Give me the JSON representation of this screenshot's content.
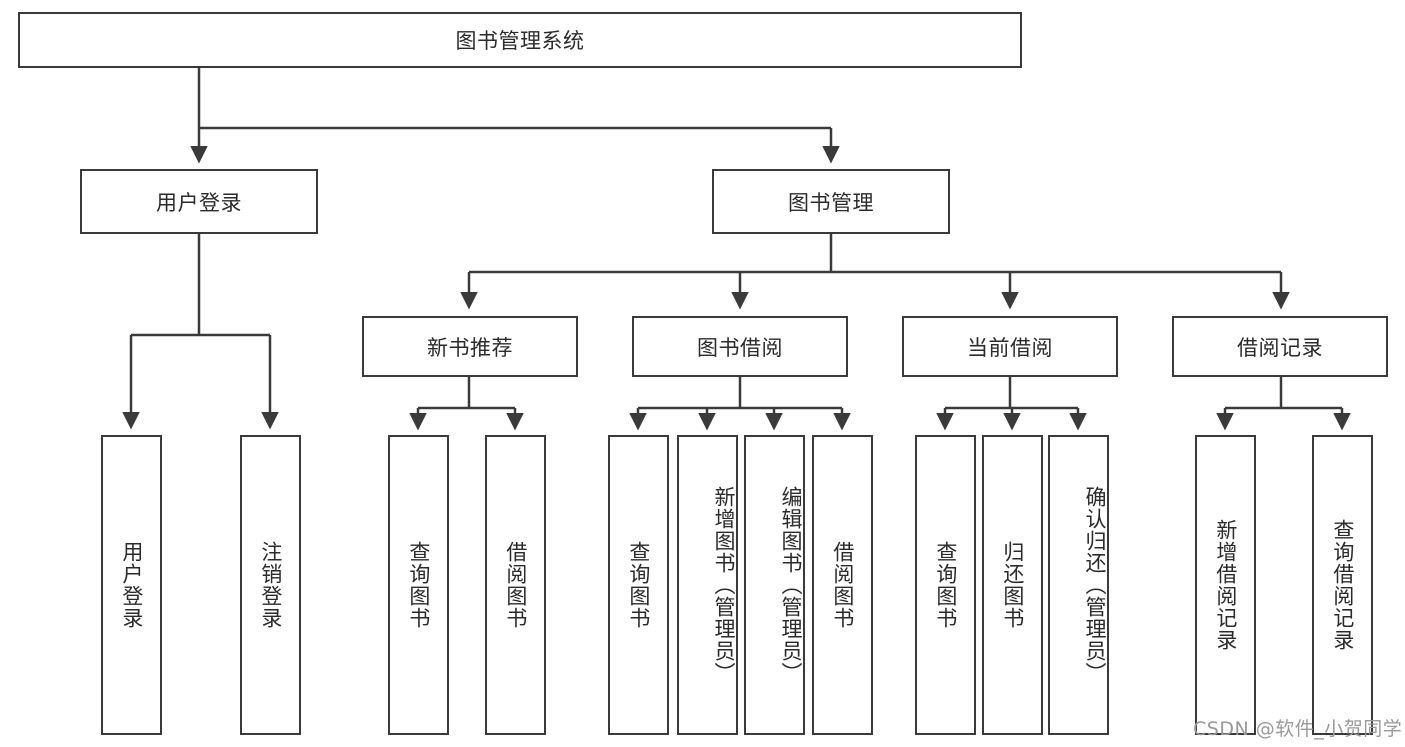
{
  "diagram": {
    "title": "图书管理系统",
    "type": "tree-hierarchy",
    "root": {
      "label": "图书管理系统"
    },
    "level2": [
      {
        "label": "用户登录"
      },
      {
        "label": "图书管理"
      }
    ],
    "level3": [
      {
        "label": "新书推荐"
      },
      {
        "label": "图书借阅"
      },
      {
        "label": "当前借阅"
      },
      {
        "label": "借阅记录"
      }
    ],
    "leaves": {
      "user_login": [
        {
          "label": "用户登录"
        },
        {
          "label": "注销登录"
        }
      ],
      "new_book_recommend": [
        {
          "label": "查询图书"
        },
        {
          "label": "借阅图书"
        }
      ],
      "book_borrow": [
        {
          "label": "查询图书"
        },
        {
          "label": "新增图书（管理员）"
        },
        {
          "label": "编辑图书（管理员）"
        },
        {
          "label": "借阅图书"
        }
      ],
      "current_borrow": [
        {
          "label": "查询图书"
        },
        {
          "label": "归还图书"
        },
        {
          "label": "确认归还（管理员）"
        }
      ],
      "borrow_records": [
        {
          "label": "新增借阅记录"
        },
        {
          "label": "查询借阅记录"
        }
      ]
    },
    "colors": {
      "stroke": "#3a3a3a",
      "background": "#ffffff",
      "text": "#2b2b2b",
      "watermark": "#9a9a9a"
    }
  },
  "watermark": {
    "text": "CSDN @软件_小贺同学"
  }
}
